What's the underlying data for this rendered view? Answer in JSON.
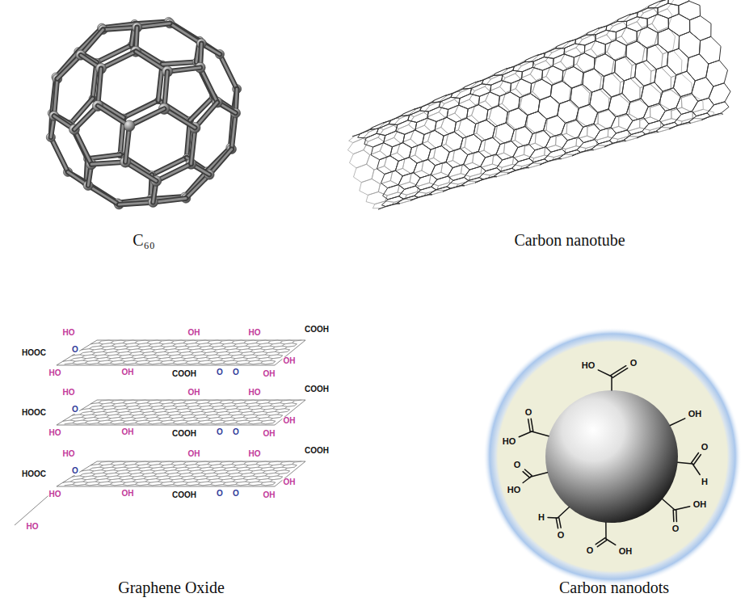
{
  "diagram": {
    "labels": [
      "C₆₀",
      "Carbon nanotube",
      "HO",
      "OH",
      "HO",
      "COOH",
      "HOOC",
      "O",
      "OH",
      "HO",
      "OH",
      "COOH",
      "O",
      "O",
      "OH",
      "HO",
      "OH",
      "HO",
      "COOH",
      "HOOC",
      "O",
      "OH",
      "HO",
      "OH",
      "COOH",
      "O",
      "O",
      "OH",
      "HO",
      "OH",
      "HO",
      "COOH",
      "HOOC",
      "O",
      "OH",
      "HO",
      "OH",
      "COOH",
      "O",
      "O",
      "OH",
      "HO",
      "HO",
      "O",
      "OH",
      "O",
      "HO",
      "O",
      "H",
      "O",
      "HO",
      "H",
      "O",
      "O",
      "OH",
      "O",
      "OH",
      "Graphene Oxide",
      "Carbon nanodots"
    ]
  }
}
